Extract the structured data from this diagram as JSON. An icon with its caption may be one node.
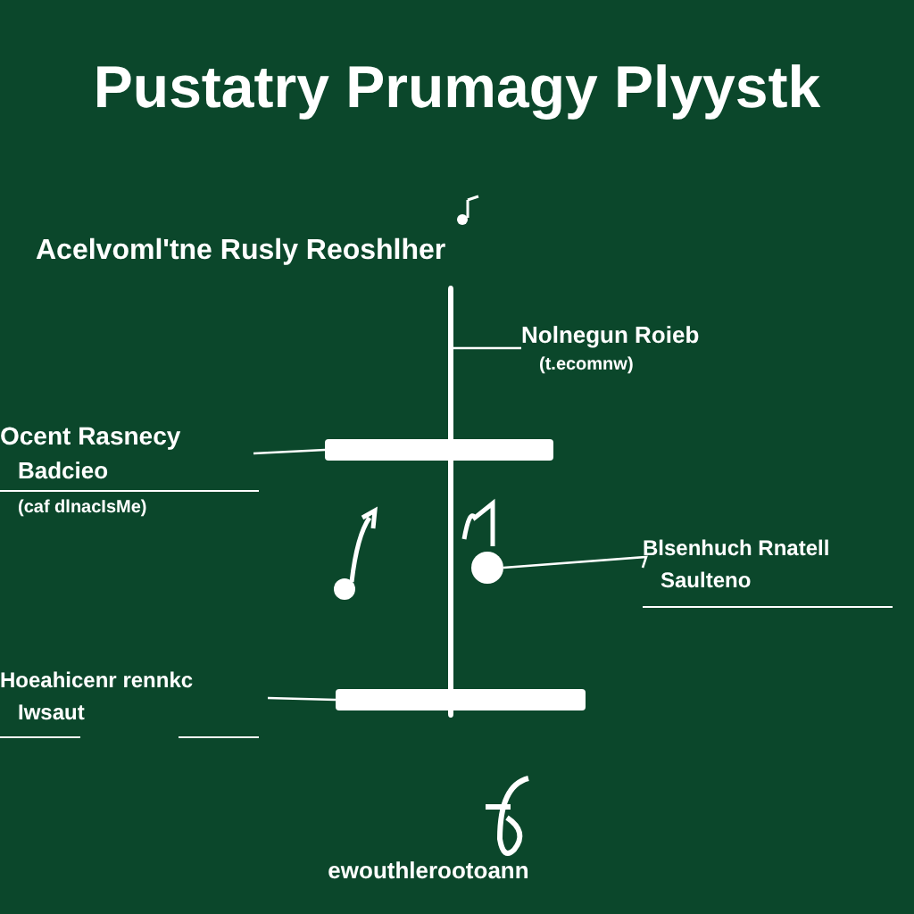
{
  "diagram": {
    "title": "Pustatry Prumagy Plyystk",
    "nodes": [
      {
        "text": [
          "Nolnegun Roieb",
          "(t.ecomnw)"
        ]
      },
      {
        "text": [],
        "shape": "bar"
      },
      {
        "text": [
          "Ocent Rasnecy",
          "Badcieo",
          "(caf dlnacIsMe)"
        ]
      },
      {
        "text": [],
        "shape": "bar"
      },
      {
        "text": [
          "Blsenhuch Rnatell",
          "Saulteno"
        ]
      },
      {
        "text": [],
        "shape": "circle"
      },
      {
        "text": [
          "Hoeahicenr rennkc",
          "Iwsaut"
        ]
      },
      {
        "text": [],
        "shape": "bar"
      }
    ],
    "edges": [
      {
        "from": 0,
        "to": 1,
        "arrow": "none"
      },
      {
        "from": 2,
        "to": 3,
        "arrow": "none"
      },
      {
        "from": 4,
        "to": 5,
        "arrow": "none"
      },
      {
        "from": 6,
        "to": 7,
        "arrow": "none"
      }
    ],
    "labels": [
      "Acelvoml'tne Rusly Reoshlher",
      "ewouthlerootoann"
    ]
  }
}
